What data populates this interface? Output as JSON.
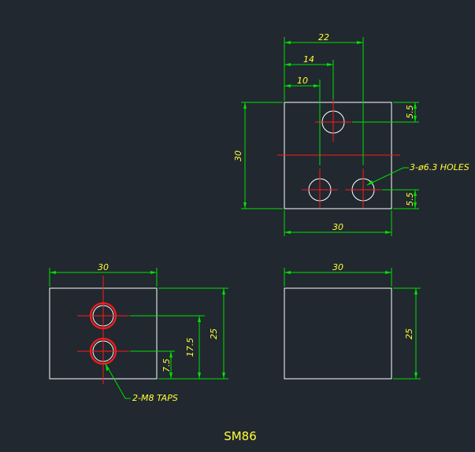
{
  "colors": {
    "background": "#212830",
    "geometry": "#ffffff",
    "dimension": "#00e000",
    "centerline": "#ff1a1a",
    "text": "#ffff33"
  },
  "title": "SM86",
  "top_view": {
    "dim_overall_width": "22",
    "dim_mid": "14",
    "dim_left": "10",
    "dim_height": "30",
    "dim_width_bottom": "30",
    "dim_top_offset": "5.5",
    "dim_bottom_offset": "5.5",
    "holes_note": "3-ø6.3 HOLES"
  },
  "front_view": {
    "dim_width": "30",
    "dim_height": "25",
    "dim_upper_tap": "17.5",
    "dim_lower_tap": "7.5",
    "taps_note": "2-M8 TAPS"
  },
  "side_view": {
    "dim_width": "30",
    "dim_height": "25"
  }
}
